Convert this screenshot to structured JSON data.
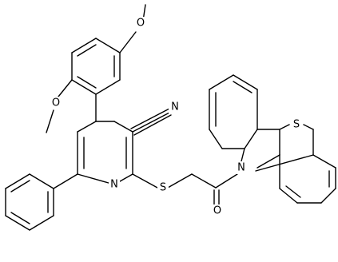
{
  "atoms": {
    "n_pyridine": "N",
    "s_thioether": "S",
    "o_carbonyl": "O",
    "n_phenothiazine": "N",
    "s_phenothiazine": "S",
    "n_nitrile": "N",
    "o_methoxy_top": "O",
    "o_methoxy_ortho": "O"
  },
  "colors": {
    "bond": "#000000",
    "background": "#ffffff"
  }
}
